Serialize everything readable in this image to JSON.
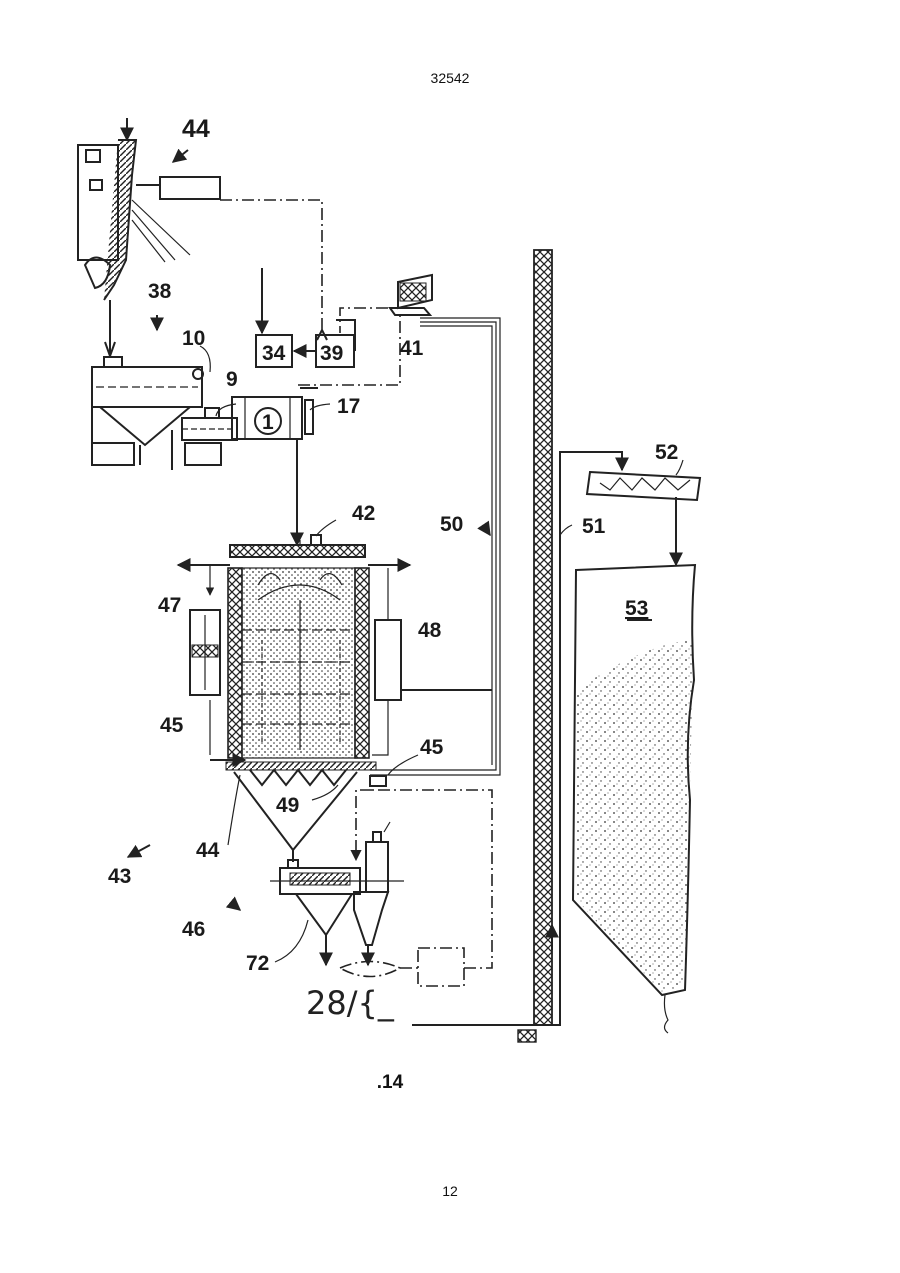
{
  "header": {
    "doc_number": "32542"
  },
  "figure": {
    "caption": ".14"
  },
  "footer": {
    "page_number": "12"
  },
  "labels": {
    "l44a": "44",
    "l38": "38",
    "l10": "10",
    "l9": "9",
    "l34": "34",
    "l39": "39",
    "l41": "41",
    "l1": "1",
    "l17": "17",
    "l42": "42",
    "l50": "50",
    "l51": "51",
    "l52": "52",
    "l53": "53",
    "l47": "47",
    "l48": "48",
    "l45a": "45",
    "l45b": "45",
    "l49": "49",
    "l44b": "44",
    "l43": "43",
    "l46": "46",
    "l72": "72"
  },
  "handwritten": "28/{_"
}
